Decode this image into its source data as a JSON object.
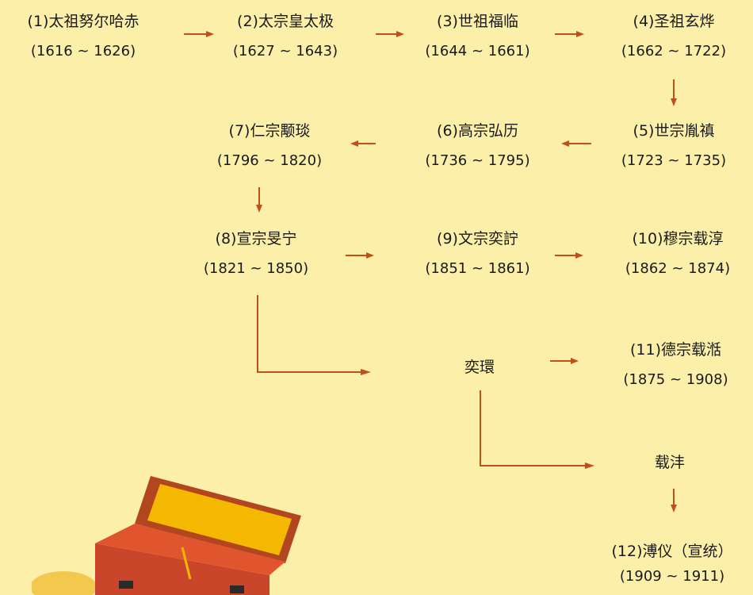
{
  "colors": {
    "background": "#FCEFA9",
    "arrow": "#C0501A",
    "text": "#1a1a1a"
  },
  "emperors": [
    {
      "name": "(1)太祖努尔哈赤",
      "years": "(1616 ~ 1626)"
    },
    {
      "name": "(2)太宗皇太极",
      "years": "(1627 ~ 1643)"
    },
    {
      "name": "(3)世祖福临",
      "years": "(1644 ~ 1661)"
    },
    {
      "name": "(4)圣祖玄烨",
      "years": "(1662 ~ 1722)"
    },
    {
      "name": "(5)世宗胤禛",
      "years": "(1723 ~ 1735)"
    },
    {
      "name": "(6)高宗弘历",
      "years": "(1736 ~ 1795)"
    },
    {
      "name": "(7)仁宗颙琰",
      "years": "(1796 ~ 1820)"
    },
    {
      "name": "(8)宣宗旻宁",
      "years": "(1821 ~ 1850)"
    },
    {
      "name": "(9)文宗奕詝",
      "years": "(1851 ~ 1861)"
    },
    {
      "name": "(10)穆宗载淳",
      "years": "(1862 ~ 1874)"
    },
    {
      "name": "(11)德宗载湉",
      "years": "(1875 ~ 1908)"
    },
    {
      "name": "(12)溥仪（宣统）",
      "years": "(1909 ~ 1911)"
    }
  ],
  "intermediates": [
    {
      "name": "奕環"
    },
    {
      "name": "载沣"
    }
  ]
}
